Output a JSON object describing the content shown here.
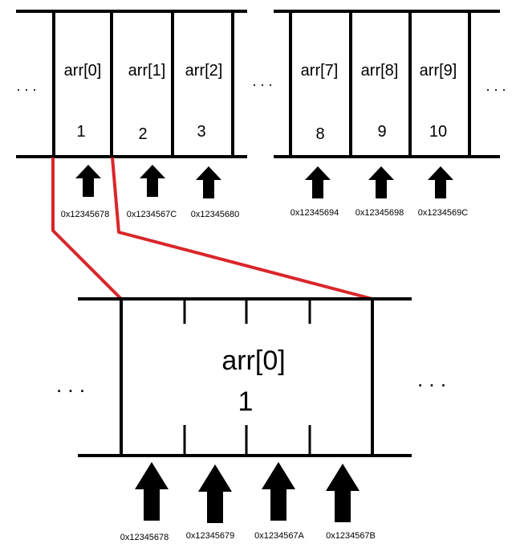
{
  "top_left": {
    "cells": [
      {
        "label": "arr[0]",
        "value": "1",
        "address": "0x12345678"
      },
      {
        "label": "arr[1]",
        "value": "2",
        "address": "0x1234567C"
      },
      {
        "label": "arr[2]",
        "value": "3",
        "address": "0x12345680"
      }
    ]
  },
  "top_right": {
    "cells": [
      {
        "label": "arr[7]",
        "value": "8",
        "address": "0x12345694"
      },
      {
        "label": "arr[8]",
        "value": "9",
        "address": "0x12345698"
      },
      {
        "label": "arr[9]",
        "value": "10",
        "address": "0x1234569C"
      }
    ]
  },
  "ellipsis": ". . .",
  "zoom": {
    "label": "arr[0]",
    "value": "1",
    "byte_addresses": [
      "0x12345678",
      "0x12345679",
      "0x1234567A",
      "0x1234567B"
    ]
  },
  "colors": {
    "highlight": "#d9262b",
    "ink": "#000000"
  },
  "icons": [
    "up-arrow-icon"
  ]
}
